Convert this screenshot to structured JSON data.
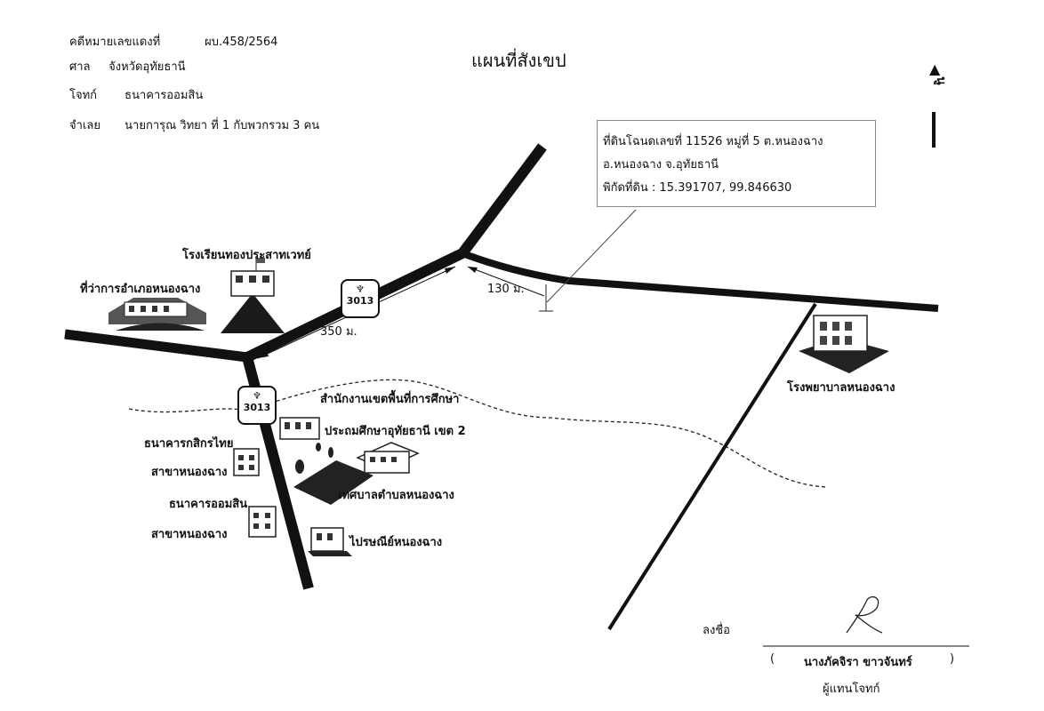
{
  "header": {
    "case_label": "คดีหมายเลขแดงที่",
    "case_value": "ผบ.458/2564",
    "court_label": "ศาล",
    "court_value": "จังหวัดอุทัยธานี",
    "plaintiff_label": "โจทก์",
    "plaintiff_value": "ธนาคารออมสิน",
    "defendant_label": "จำเลย",
    "defendant_value": "นายการุณ   วิทยา   ที่ 1 กับพวกรวม 3 คน"
  },
  "title": "แผนที่สังเขป",
  "north_label": "นู",
  "land_box": {
    "line1": "ที่ดินโฉนดเลขที่  11526 หมู่ที่ 5   ต.หนองฉาง",
    "line2": "อ.หนองฉาง        จ.อุทัยธานี",
    "line3": "พิกัดที่ดิน : 15.391707, 99.846630"
  },
  "road_number": "3013",
  "distances": {
    "d1": "350 ม.",
    "d2": "130 ม."
  },
  "places": {
    "district_office": "ที่ว่าการอำเภอหนองฉาง",
    "school": "โรงเรียนทองประสาทเวทย์",
    "hospital": "โรงพยาบาลหนองฉาง",
    "edu_office_1": "สำนักงานเขตพื้นที่การศึกษา",
    "edu_office_2": "ประถมศึกษาอุทัยธานี เขต 2",
    "kasikorn_1": "ธนาคารกสิกรไทย",
    "kasikorn_2": "สาขาหนองฉาง",
    "gsb_1": "ธนาคารออมสิน",
    "gsb_2": "สาขาหนองฉาง",
    "municipality": "เทศบาลตำบลหนองฉาง",
    "post_office": "ไปรษณีย์หนองฉาง"
  },
  "signature": {
    "sign_label": "ลงชื่อ",
    "name_open": "(",
    "name": "นางภัคจิรา   ขาวจันทร์",
    "name_close": ")",
    "role": "ผู้แทนโจทก์"
  }
}
